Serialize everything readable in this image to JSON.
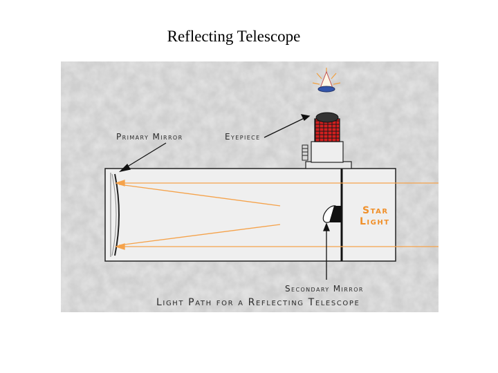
{
  "title": "Reflecting Telescope",
  "diagram": {
    "labels": {
      "primary_mirror": "Primary Mirror",
      "eyepiece": "Eyepiece",
      "star_line1": "Star",
      "star_line2": "Light",
      "secondary_mirror": "Secondary Mirror",
      "caption": "Light Path for a Reflecting Telescope"
    },
    "colors": {
      "light_ray": "#f5a24a",
      "star_text": "#f0902a",
      "tube_fill": "#efefef",
      "background": "#cfcfcf"
    },
    "icons": [
      "eye-icon"
    ]
  }
}
